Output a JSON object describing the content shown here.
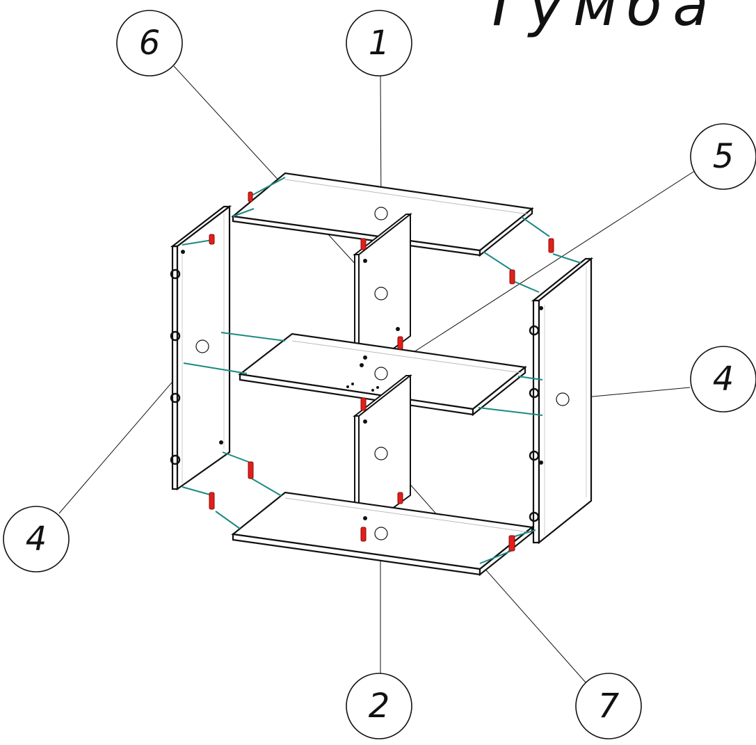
{
  "title": "Тумба",
  "callouts": [
    {
      "id": "c6",
      "label": "6"
    },
    {
      "id": "c1",
      "label": "1"
    },
    {
      "id": "c5",
      "label": "5"
    },
    {
      "id": "c4r",
      "label": "4"
    },
    {
      "id": "c4l",
      "label": "4"
    },
    {
      "id": "c2",
      "label": "2"
    },
    {
      "id": "c7",
      "label": "7"
    }
  ],
  "colors": {
    "outline": "#111111",
    "guide": "#b0b0b0",
    "connector": "#1a8a80",
    "fastener": "#e0201a"
  }
}
